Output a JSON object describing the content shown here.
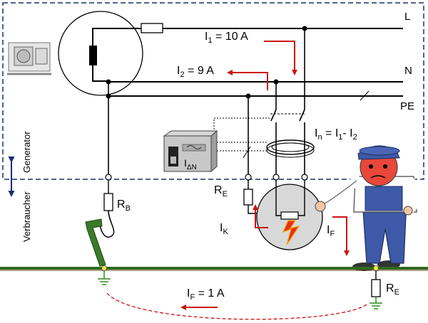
{
  "conductors": {
    "l": "L",
    "n": "N",
    "pe": "PE"
  },
  "currents": {
    "i1": {
      "sym": "I",
      "sub": "1",
      "rest": " = 10 A"
    },
    "i2": {
      "sym": "I",
      "sub": "2",
      "rest": " = 9 A"
    },
    "in": {
      "sym": "I",
      "sub": "n",
      "mid": " = I",
      "sub2": "1",
      "mid2": "- I",
      "sub3": "2"
    },
    "ik": {
      "sym": "I",
      "sub": "K"
    },
    "if": {
      "sym": "I",
      "sub": "F"
    },
    "if_ground": {
      "sym": "I",
      "sub": "F",
      "rest": " = 1 A"
    }
  },
  "resistors": {
    "rb": {
      "sym": "R",
      "sub": "B"
    },
    "re_device": {
      "sym": "R",
      "sub": "E"
    },
    "re_person": {
      "sym": "R",
      "sub": "E"
    }
  },
  "rcd": {
    "sym": "I",
    "sub": "ΔN"
  },
  "sections": {
    "generator": "Generator",
    "consumer": "Verbraucher"
  },
  "colors": {
    "arrow": "#cc1111",
    "ground": "#2e6b1a",
    "dashed_box": "#1c2f6e",
    "device": "#d8d8d8"
  }
}
